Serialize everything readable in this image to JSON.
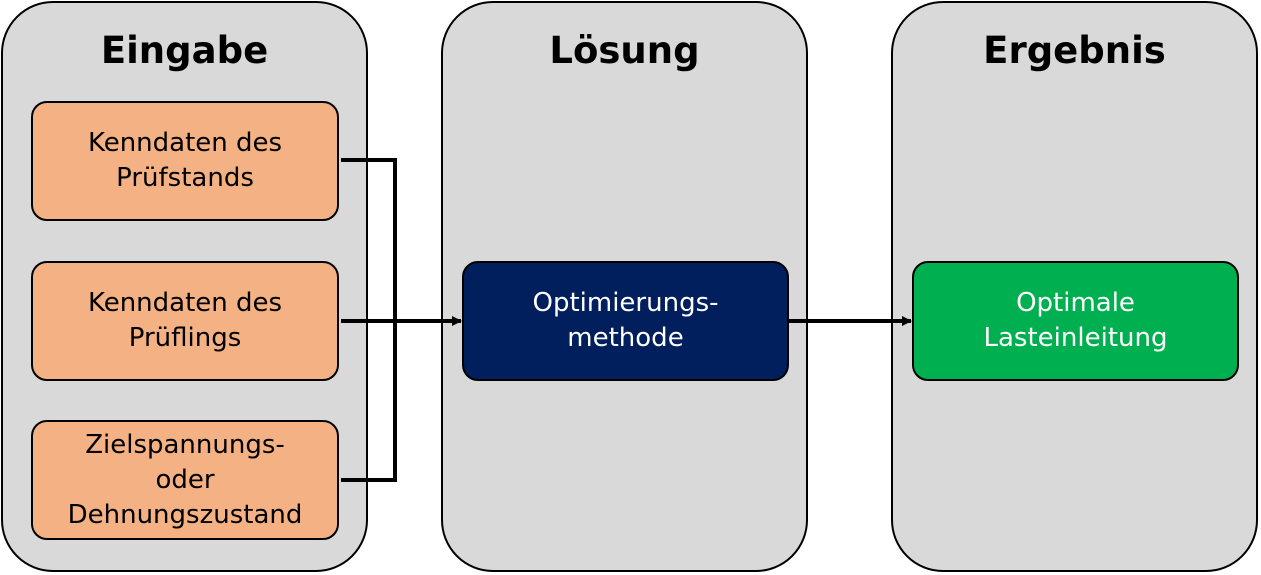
{
  "columns": {
    "input_title": "Eingabe",
    "solve_title": "Lösung",
    "result_title": "Ergebnis"
  },
  "inputs": {
    "pruefstand": "Kenndaten des\nPrüfstands",
    "pruefling": "Kenndaten des\nPrüflings",
    "zustand": "Zielspannungs-\noder\nDehnungszustand"
  },
  "method": "Optimierungs-\nmethode",
  "output": "Optimale\nLasteinleitung",
  "colors": {
    "column_bg": "#d9d9d9",
    "input_box": "#f4b183",
    "method_box": "#001f5c",
    "output_box": "#00b050"
  }
}
